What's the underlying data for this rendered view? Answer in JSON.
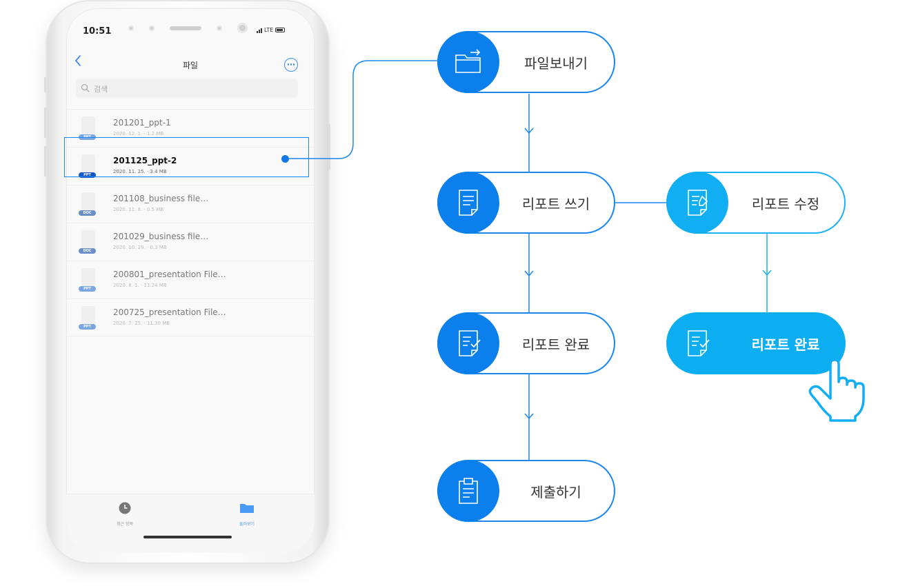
{
  "phone": {
    "status": {
      "time": "10:51",
      "network": "LTE"
    },
    "nav": {
      "title": "파일"
    },
    "search": {
      "placeholder": "검색"
    },
    "files": [
      {
        "name": "201201_ppt-1",
        "meta": "2020. 12. 1. · 1.2 MB",
        "tag": "PPT",
        "selected": false
      },
      {
        "name": "201125_ppt-2",
        "meta": "2020. 11. 25. · 3.4 MB",
        "tag": "PPT",
        "selected": true
      },
      {
        "name": "201108_business file…",
        "meta": "2020. 11. 8. · 0.5 MB",
        "tag": "DOC",
        "selected": false
      },
      {
        "name": "201029_business file…",
        "meta": "2020. 10. 29. · 0.3 MB",
        "tag": "DOC",
        "selected": false
      },
      {
        "name": "200801_presentation File…",
        "meta": "2020. 8. 1. · 11.24 MB",
        "tag": "PPT",
        "selected": false
      },
      {
        "name": "200725_presentation File…",
        "meta": "2020. 7. 25. · 11.30 MB",
        "tag": "PPT",
        "selected": false
      }
    ],
    "tabs": [
      {
        "label": "최근 항목",
        "icon": "clock-icon",
        "active": false
      },
      {
        "label": "둘러보기",
        "icon": "folder-icon",
        "active": true
      }
    ]
  },
  "flow": {
    "send_files": "파일보내기",
    "write_report": "리포트 쓰기",
    "edit_report": "리포트 수정",
    "complete_report": "리포트 완료",
    "complete_report_active": "리포트 완료",
    "submit": "제출하기"
  },
  "colors": {
    "primary": "#0b7fec",
    "secondary": "#12aef4",
    "active_fill": "#0dadf2",
    "ppt_tag": "#7aa6e3",
    "ppt_tag_selected": "#1657c9",
    "doc_tag": "#6b8fc7"
  }
}
